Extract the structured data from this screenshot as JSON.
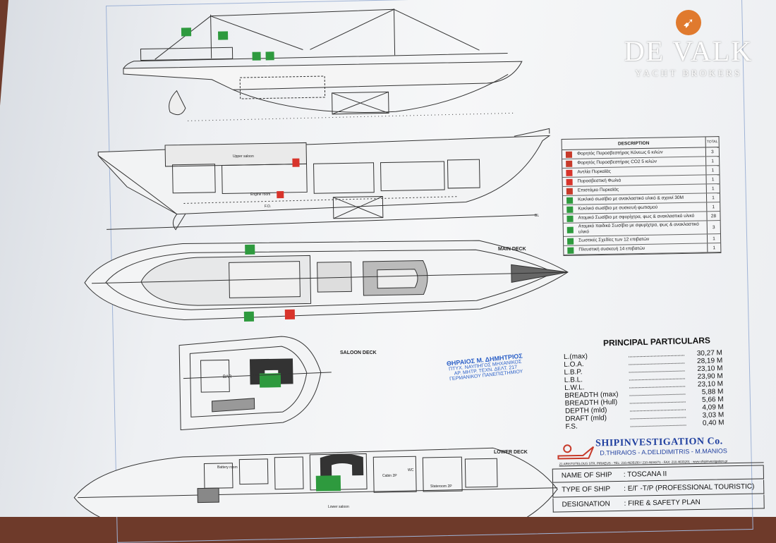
{
  "brand": {
    "name": "DE VALK",
    "tagline": "YACHT BROKERS",
    "logo_color": "#e07a2e"
  },
  "deck_labels": {
    "main_deck": "MAIN DECK",
    "saloon_deck": "SALOON DECK",
    "lower_deck": "LOWER DECK",
    "upper_saloon": "Upper saloon",
    "engine_room": "Engine room",
    "bar": "BAR",
    "battery_room": "Battery room",
    "staterooms": "Stateroom 2P",
    "cabin": "Cabin 2P",
    "wc": "WC",
    "lower_saloon": "Lower saloon",
    "fo": "F.O.",
    "bl": "BL"
  },
  "legend": {
    "header_description": "DESCRIPTION",
    "header_total": "TOTAL",
    "rows": [
      {
        "symbol_color": "#c73a2a",
        "text": "Φορητός Πυροσβεστήρας Κόνεως 6 κιλών",
        "qty": "3"
      },
      {
        "symbol_color": "#c73a2a",
        "text": "Φορητός Πυροσβεστήρας CO2 5 κιλών",
        "qty": "1"
      },
      {
        "symbol_color": "#d8342b",
        "text": "Αντλία Πυρκαϊάς",
        "qty": "1"
      },
      {
        "symbol_color": "#d8342b",
        "text": "Πυροσβεστική Φωλιά",
        "qty": "1"
      },
      {
        "symbol_color": "#c73a2a",
        "text": "Επιστόμιο Πυρκαϊάς",
        "qty": "1"
      },
      {
        "symbol_color": "#2e9a3e",
        "text": "Κυκλικό σωσίβιο με ανακλαστικό υλικό & σχοινί 30Μ",
        "qty": "1"
      },
      {
        "symbol_color": "#2e9a3e",
        "text": "Κυκλικό σωσίβιο με συσκευή φωτισμού",
        "qty": "1"
      },
      {
        "symbol_color": "#2e9a3e",
        "text": "Ατομικό Σωσίβιο με σφυρίχτρα, φως & ανακλαστικό υλικό",
        "qty": "28"
      },
      {
        "symbol_color": "#2e9a3e",
        "text": "Ατομικό παιδικό Σωσίβιο με σφυρίχτρα, φως & ανακλαστικό υλικό",
        "qty": "3"
      },
      {
        "symbol_color": "#2e9a3e",
        "text": "Σωστικές Σχεδίες των 12 επιβατών",
        "qty": "1"
      },
      {
        "symbol_color": "#2e9a3e",
        "text": "Πλευστική συσκευή 14 επιβατών",
        "qty": "1"
      }
    ]
  },
  "particulars": {
    "title": "PRINCIPAL PARTICULARS",
    "rows": [
      {
        "label": "L.(max)",
        "value": "30,27 M"
      },
      {
        "label": "L.O.A.",
        "value": "28,19 M"
      },
      {
        "label": "L.B.P.",
        "value": "23,10 M"
      },
      {
        "label": "L.B.L.",
        "value": "23,90 M"
      },
      {
        "label": "L.W.L.",
        "value": "23,10 M"
      },
      {
        "label": "BREADTH (max)",
        "value": "5,88 M"
      },
      {
        "label": "BREADTH (Hull)",
        "value": "5,66 M"
      },
      {
        "label": "DEPTH (mld)",
        "value": "4,09 M"
      },
      {
        "label": "DRAFT (mld)",
        "value": "3,03 M"
      },
      {
        "label": "F.S.",
        "value": "0,40 M"
      }
    ]
  },
  "stamp": {
    "name": "ΘΗΡΑΙΟΣ Μ. ΔΗΜΗΤΡΙΟΣ",
    "line1": "ΠΤΥΧ. ΝΑΥΠΗΓΟΣ ΜΗΧΑΝΙΚΟΣ",
    "line2": "ΑΡ. ΜΗΤΡ. ΤΕΧΝ. ΔΕΛΤ. 217",
    "line3": "ΓΕΡΜΑΝΙΚΟΥ ΠΑΝΕΠΙΣΤΗΜΙΟΥ"
  },
  "title_block": {
    "company": "SHIPINVESTIGATION Co.",
    "names": "D.THIRAIOS - A.DELIDIMITRIS - M.MANIOS",
    "address": "21 ARISTOTELOUS STR. PIRAEUS - TEL: 210.4635150 / 210.4634271 - FAX: 210.4633201 - www.shipinvestigation.gr",
    "ship_name_label": "NAME OF SHIP",
    "ship_name": ": TOSCANA II",
    "ship_type_label": "TYPE OF SHIP",
    "ship_type": ": Ε/Γ -Τ/Ρ  (PROFESSIONAL TOURISTIC)",
    "designation_label": "DESIGNATION",
    "designation": ": FIRE & SAFETY PLAN"
  }
}
